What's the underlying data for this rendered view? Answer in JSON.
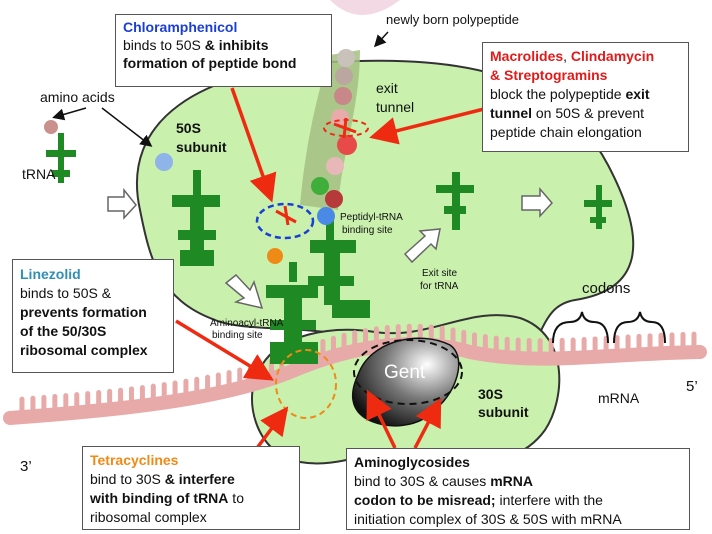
{
  "labels": {
    "newly_born": "newly born polypeptide",
    "exit_tunnel_1": "exit",
    "exit_tunnel_2": "tunnel",
    "amino_acids": "amino acids",
    "trna": "tRNA",
    "subunit_50s_1": "50S",
    "subunit_50s_2": "subunit",
    "peptidyl_1": "Peptidyl-tRNA",
    "peptidyl_2": "binding site",
    "exit_site_1": "Exit site",
    "exit_site_2": "for tRNA",
    "aminoacyl_1": "Aminoacyl-tRNA",
    "aminoacyl_2": "binding site",
    "codons": "codons",
    "gent": "Gent",
    "subunit_30s_1": "30S",
    "subunit_30s_2": "subunit",
    "mrna": "mRNA",
    "five_prime": "5’",
    "three_prime": "3’"
  },
  "chloramphenicol": {
    "name": "Chloramphenicol",
    "line1": "binds to 50S ",
    "line1b": "& inhibits",
    "line2": "formation of peptide bond"
  },
  "macrolides": {
    "name1": "Macrolides",
    "sep1": ", ",
    "name2": "Clindamycin",
    "name3": "& Streptogramins",
    "line1a": "block the polypeptide ",
    "line1b": "exit",
    "line2a": "tunnel",
    "line2b": " on 50S & prevent",
    "line3": "peptide chain elongation"
  },
  "linezolid": {
    "name": "Linezolid",
    "line1": "binds to 50S &",
    "line2": "prevents formation",
    "line3": "of the 50/30S",
    "line4": "ribosomal complex"
  },
  "tetracyclines": {
    "name": "Tetracyclines",
    "line1a": "bind to 30S ",
    "line1b": "& interfere",
    "line2a": "with binding of tRNA",
    "line2b": " to",
    "line3": "ribosomal complex"
  },
  "aminoglycosides": {
    "name": "Aminoglycosides",
    "line1a": "bind to 30S & causes ",
    "line1b": "mRNA",
    "line2a": "codon to be misread;",
    "line2b": " interfere with the",
    "line3": "initiation complex of 30S & 50S with mRNA"
  },
  "colors": {
    "ribosome": "#c9f0ad",
    "trna": "#1f8a23",
    "mrna": "#e8a9a9",
    "arrow": "#ee2a10",
    "chloramphenicol": "#1a3fd6",
    "linezolid": "#2f8fb4",
    "tetracyclines": "#f08a17"
  }
}
